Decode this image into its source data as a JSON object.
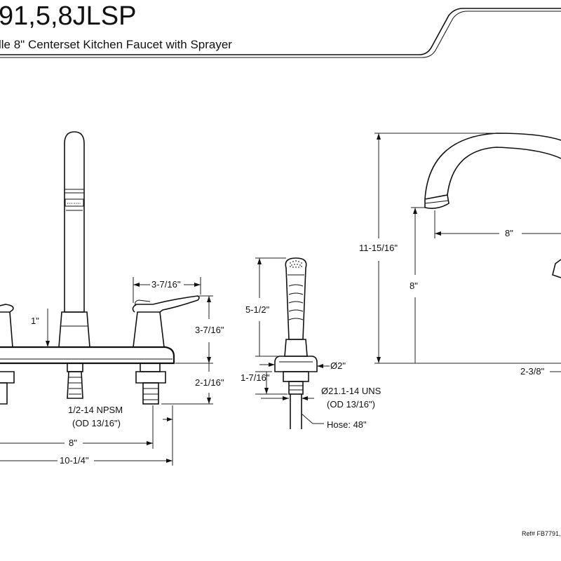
{
  "header": {
    "model": "91,5,8JLSP",
    "description": "lle 8\" Centerset Kitchen Faucet with Sprayer"
  },
  "front_view": {
    "spout_height": "1\"",
    "handle_width": "3-7/16\"",
    "handle_height": "3-7/16\"",
    "below_deck": "2-1/16\"",
    "thread": "1/2-14 NPSM",
    "thread_od": "(OD 13/16\")",
    "centers": "8\"",
    "overall_width": "10-1/4\""
  },
  "sprayer_view": {
    "height": "5-1/2\"",
    "base_height": "1-7/16\"",
    "base_diameter": "Ø2\"",
    "thread": "Ø21.1-14 UNS",
    "thread_od": "(OD 13/16\")",
    "hose": "Hose: 48\""
  },
  "side_view": {
    "overall_height": "11-15/16\"",
    "spout_height": "8\"",
    "spout_reach": "8\"",
    "base_offset": "2-3/8\""
  },
  "footer": {
    "ref": "Ref# FB7791,"
  }
}
